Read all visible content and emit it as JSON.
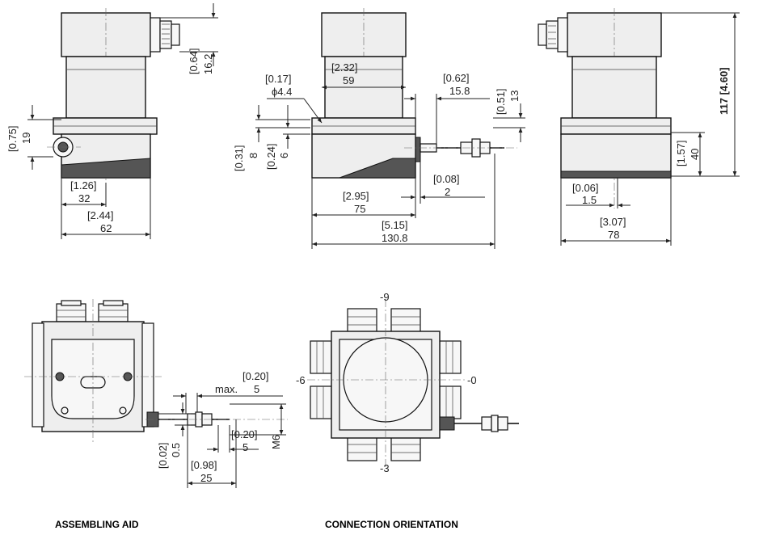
{
  "drawing": {
    "captions": {
      "assembling_aid": "ASSEMBLING AID",
      "connection_orientation": "CONNECTION ORIENTATION"
    },
    "dims": {
      "d_064": "[0.64]",
      "d_162": "16.2",
      "d_075": "[0.75]",
      "d_19": "19",
      "d_126": "[1.26]",
      "d_32": "32",
      "d_244": "[2.44]",
      "d_62": "62",
      "d_017": "[0.17]",
      "d_phi44": "ϕ4.4",
      "d_232": "[2.32]",
      "d_59": "59",
      "d_062": "[0.62]",
      "d_158": "15.8",
      "d_051": "[0.51]",
      "d_13": "13",
      "d_031": "[0.31]",
      "d_8": "8",
      "d_024": "[0.24]",
      "d_6": "6",
      "d_008": "[0.08]",
      "d_2": "2",
      "d_295": "[2.95]",
      "d_75": "75",
      "d_515": "[5.15]",
      "d_1308": "130.8",
      "d_006": "[0.06]",
      "d_15": "1.5",
      "d_307": "[3.07]",
      "d_78": "78",
      "d_157": "[1.57]",
      "d_40": "40",
      "d_117": "117 [4.60]",
      "d_020a": "[0.20]",
      "d_max": "max.",
      "d_5a": "5",
      "d_020b": "[0.20]",
      "d_5b": "5",
      "d_m6": "M6",
      "d_002": "[0.02]",
      "d_05": "0.5",
      "d_098": "[0.98]",
      "d_25": "25"
    },
    "orientation": {
      "top": "-9",
      "right": "-0",
      "left": "-6",
      "bottom": "-3"
    }
  }
}
